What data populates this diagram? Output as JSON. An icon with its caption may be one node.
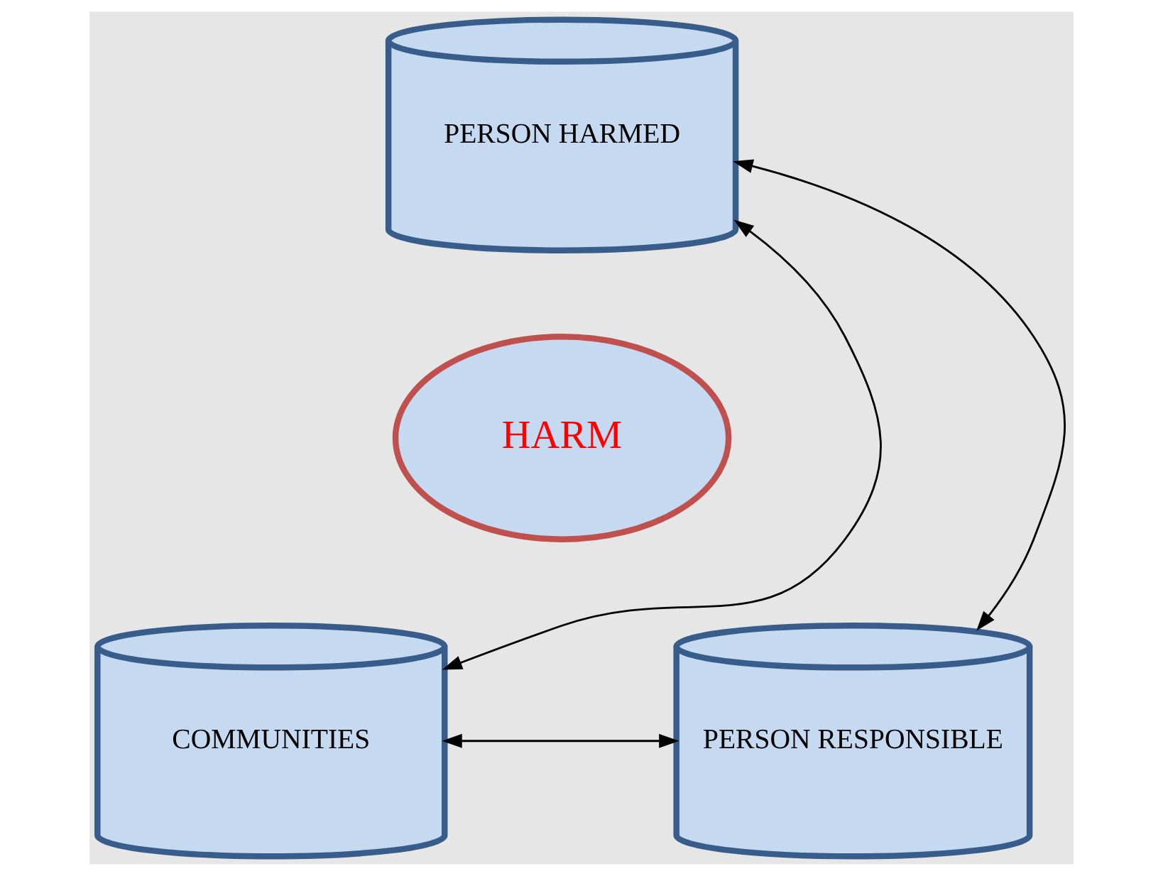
{
  "diagram": {
    "nodes": [
      {
        "text": [
          "PERSON HARMED"
        ]
      },
      {
        "text": [
          "HARM"
        ]
      },
      {
        "text": [
          "COMMUNITIES"
        ]
      },
      {
        "text": [
          "PERSON RESPONSIBLE"
        ]
      }
    ],
    "edges": [
      {
        "from": 0,
        "to": 2,
        "arrow": "both"
      },
      {
        "from": 0,
        "to": 3,
        "arrow": "both"
      },
      {
        "from": 2,
        "to": 3,
        "arrow": "both"
      }
    ]
  }
}
